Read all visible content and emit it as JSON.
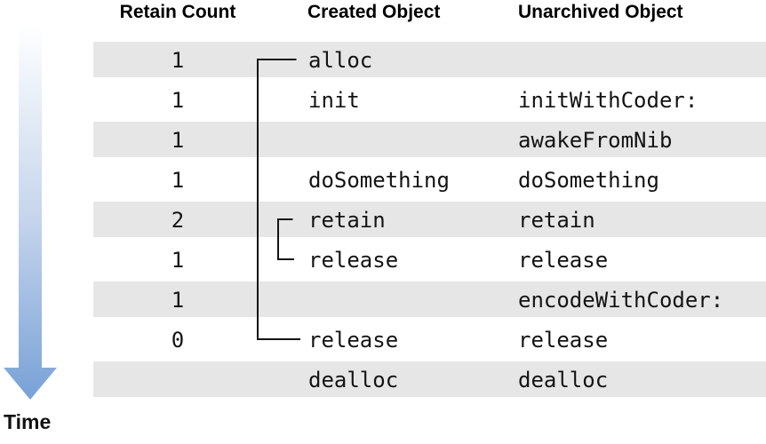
{
  "time_label": "Time",
  "table": {
    "headers": [
      "Retain Count",
      "Created Object",
      "Unarchived Object"
    ],
    "rows": [
      {
        "retain_count": "1",
        "created": "alloc",
        "unarchived": ""
      },
      {
        "retain_count": "1",
        "created": "init",
        "unarchived": "initWithCoder:"
      },
      {
        "retain_count": "1",
        "created": "",
        "unarchived": "awakeFromNib"
      },
      {
        "retain_count": "1",
        "created": "doSomething",
        "unarchived": "doSomething"
      },
      {
        "retain_count": "2",
        "created": "retain",
        "unarchived": "retain"
      },
      {
        "retain_count": "1",
        "created": "release",
        "unarchived": "release"
      },
      {
        "retain_count": "1",
        "created": "",
        "unarchived": "encodeWithCoder:"
      },
      {
        "retain_count": "0",
        "created": "release",
        "unarchived": "release"
      },
      {
        "retain_count": "",
        "created": "dealloc",
        "unarchived": "dealloc"
      }
    ]
  },
  "icons": {
    "time_arrow": "down-arrow-icon"
  },
  "colors": {
    "row_stripe": "#e6e6e6",
    "bracket": "#141414",
    "arrow_top": "#fdfeff",
    "arrow_mid": "#c7d6ec",
    "arrow_bottom": "#78a1d6"
  }
}
